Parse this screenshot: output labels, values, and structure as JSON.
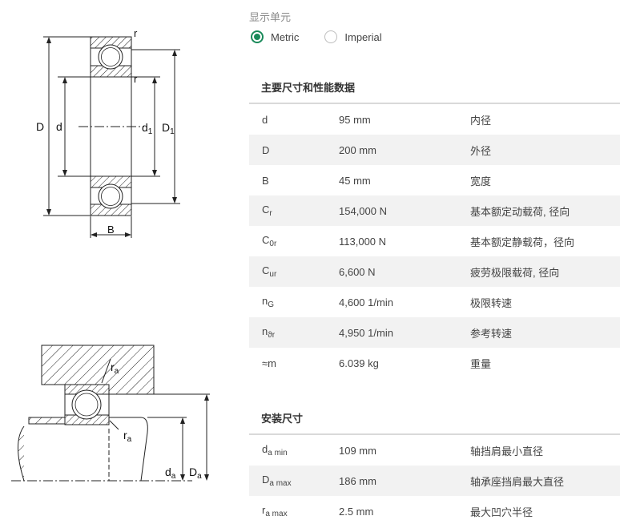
{
  "drawing": {
    "bearing_labels": {
      "r_top": "r",
      "r_mid": "r",
      "D": "D",
      "d": "d",
      "d1": "d",
      "d1_sub": "1",
      "D1": "D",
      "D1_sub": "1",
      "B": "B"
    },
    "mounting_labels": {
      "ra_top": "r",
      "ra_top_sub": "a",
      "ra_bottom": "r",
      "ra_bottom_sub": "a",
      "da": "d",
      "da_sub": "a",
      "Da": "D",
      "Da_sub": "a"
    }
  },
  "units": {
    "title": "显示单元",
    "options": [
      {
        "label": "Metric",
        "selected": true
      },
      {
        "label": "Imperial",
        "selected": false
      }
    ]
  },
  "main_dims": {
    "title": "主要尺寸和性能数据",
    "rows": [
      {
        "sym": "d",
        "sub": "",
        "value": "95 mm",
        "desc": "内径"
      },
      {
        "sym": "D",
        "sub": "",
        "value": "200 mm",
        "desc": "外径"
      },
      {
        "sym": "B",
        "sub": "",
        "value": "45 mm",
        "desc": "宽度"
      },
      {
        "sym": "C",
        "sub": "r",
        "value": "154,000 N",
        "desc": "基本额定动载荷, 径向"
      },
      {
        "sym": "C",
        "sub": "0r",
        "value": "113,000 N",
        "desc": "基本额定静载荷，径向"
      },
      {
        "sym": "C",
        "sub": "ur",
        "value": "6,600 N",
        "desc": "疲劳极限载荷, 径向"
      },
      {
        "sym": "n",
        "sub": "G",
        "value": "4,600 1/min",
        "desc": "极限转速"
      },
      {
        "sym": "n",
        "sub": "ϑr",
        "value": "4,950 1/min",
        "desc": "参考转速"
      },
      {
        "sym": "≈m",
        "sub": "",
        "value": "6.039 kg",
        "desc": "重量"
      }
    ]
  },
  "mount_dims": {
    "title": "安装尺寸",
    "rows": [
      {
        "sym": "d",
        "sub": "a min",
        "value": "109 mm",
        "desc": "轴挡肩最小直径"
      },
      {
        "sym": "D",
        "sub": "a max",
        "value": "186 mm",
        "desc": "轴承座挡肩最大直径"
      },
      {
        "sym": "r",
        "sub": "a max",
        "value": "2.5 mm",
        "desc": "最大凹穴半径"
      }
    ]
  }
}
